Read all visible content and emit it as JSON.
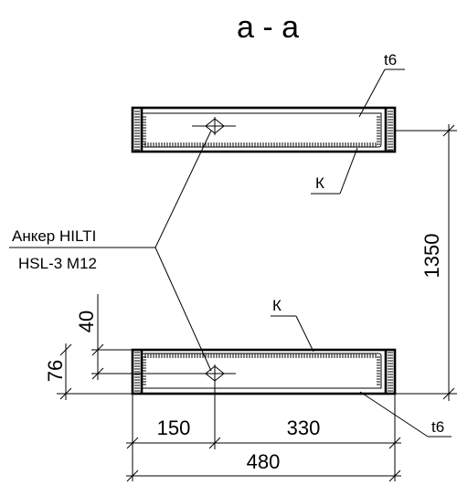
{
  "section_title": "а - а",
  "labels": {
    "anchor_line1": "Анкер HILTI",
    "anchor_line2": "HSL-3 M12",
    "thickness_top": "t6",
    "thickness_bottom": "t6",
    "weld_top": "К",
    "weld_bottom": "К"
  },
  "dimensions": {
    "total_height": "1350",
    "left_offset": "150",
    "right_offset": "330",
    "total_width": "480",
    "anchor_edge": "40",
    "plate_height": "76"
  }
}
